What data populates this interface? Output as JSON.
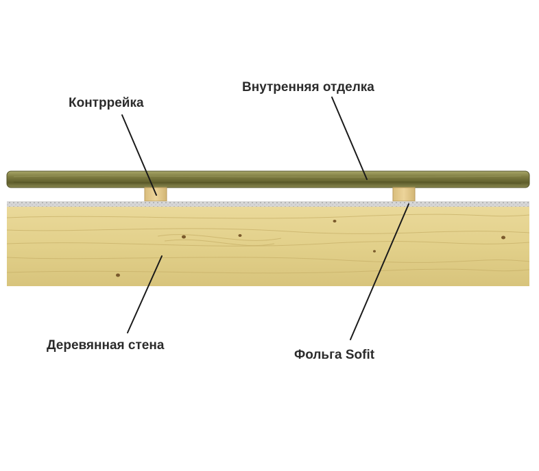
{
  "labels": {
    "counter_batten": "Контррейка",
    "interior_finish": "Внутренняя отделка",
    "wooden_wall": "Деревянная стена",
    "foil": "Фольга Sofit"
  },
  "colors": {
    "finish_board": "#7c7a3e",
    "batten": "#e2c98a",
    "wall_wood": "#e3d38c",
    "foil": "#c9c9c9",
    "text": "#2b2b2b",
    "leader_line": "#1a1a1a"
  }
}
